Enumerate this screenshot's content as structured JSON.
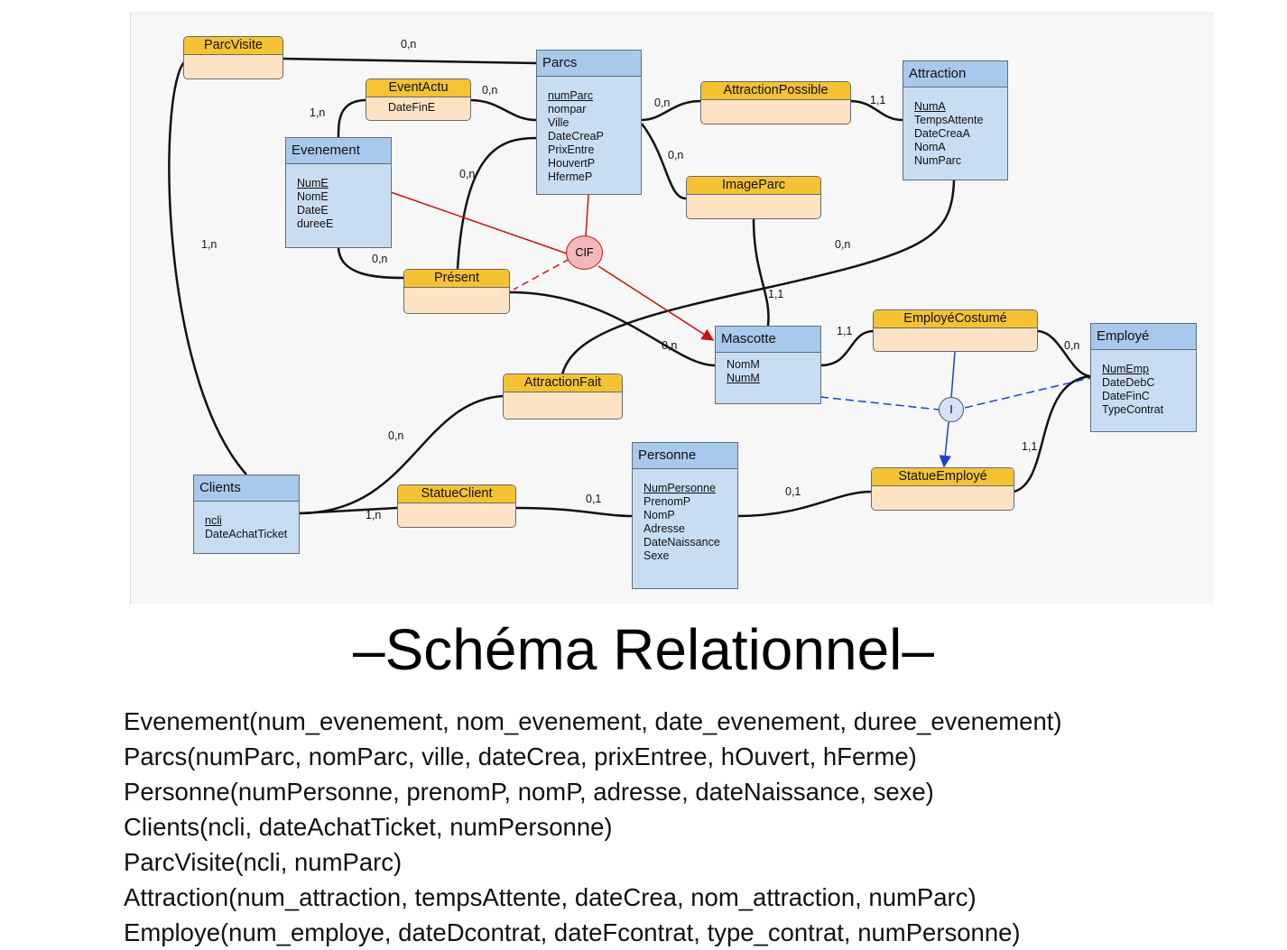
{
  "diagram": {
    "entities": {
      "parcs": {
        "title": "Parcs",
        "fields": [
          "numParc",
          "nompar",
          "Ville",
          "DateCreaP",
          "PrixEntre",
          "HouvertP",
          "HfermeP"
        ]
      },
      "attraction": {
        "title": "Attraction",
        "fields": [
          "NumA",
          "TempsAttente",
          "DateCreaA",
          "NomA",
          "NumParc"
        ]
      },
      "evenement": {
        "title": "Evenement",
        "fields": [
          "NumE",
          "NomE",
          "DateE",
          "dureeE"
        ]
      },
      "mascotte": {
        "title": "Mascotte",
        "fields": [
          "NomM",
          "NumM"
        ]
      },
      "employe": {
        "title": "Employé",
        "fields": [
          "NumEmp",
          "DateDebC",
          "DateFinC",
          "TypeContrat"
        ]
      },
      "clients": {
        "title": "Clients",
        "fields": [
          "ncli",
          "DateAchatTicket"
        ]
      },
      "personne": {
        "title": "Personne",
        "fields": [
          "NumPersonne",
          "PrenomP",
          "NomP",
          "Adresse",
          "DateNaissance",
          "Sexe"
        ]
      }
    },
    "relations": {
      "parcvisite": {
        "title": "ParcVisite",
        "attr": ""
      },
      "eventactu": {
        "title": "EventActu",
        "attr": "DateFinE"
      },
      "attractionpossible": {
        "title": "AttractionPossible",
        "attr": ""
      },
      "imageparc": {
        "title": "ImageParc",
        "attr": ""
      },
      "present": {
        "title": "Présent",
        "attr": ""
      },
      "employecostume": {
        "title": "EmployéCostumé",
        "attr": ""
      },
      "attractionfait": {
        "title": "AttractionFait",
        "attr": ""
      },
      "statueclient": {
        "title": "StatueClient",
        "attr": ""
      },
      "statueemploye": {
        "title": "StatueEmployé",
        "attr": ""
      }
    },
    "constraints": {
      "cif": "CIF",
      "inclusion": "I"
    },
    "cardinalities": [
      "0,n",
      "0,n",
      "1,n",
      "0,n",
      "1,1",
      "0,n",
      "0,n",
      "1,n",
      "0,n",
      "0,n",
      "1,1",
      "0,n",
      "1,1",
      "0,n",
      "0,n",
      "1,1",
      "0,1",
      "0,1",
      "1,n"
    ],
    "colors": {
      "entity_header": "#a8c8ec",
      "entity_body": "#c9ddf2",
      "relation_header": "#f5c233",
      "relation_body": "#fde3c4",
      "cif_link": "#cc1111",
      "inclusion_link": "#1a3fd6"
    }
  },
  "title": "–Schéma Relationnel–",
  "relational_lines": [
    "Evenement(num_evenement, nom_evenement, date_evenement, duree_evenement)",
    "Parcs(numParc, nomParc, ville, dateCrea, prixEntree, hOuvert, hFerme)",
    "Personne(numPersonne, prenomP, nomP, adresse, dateNaissance, sexe)",
    "Clients(ncli, dateAchatTicket, numPersonne)",
    "ParcVisite(ncli, numParc)",
    "Attraction(num_attraction, tempsAttente, dateCrea, nom_attraction, numParc)",
    "Employe(num_employe, dateDcontrat, dateFcontrat, type_contrat, numPersonne)"
  ]
}
